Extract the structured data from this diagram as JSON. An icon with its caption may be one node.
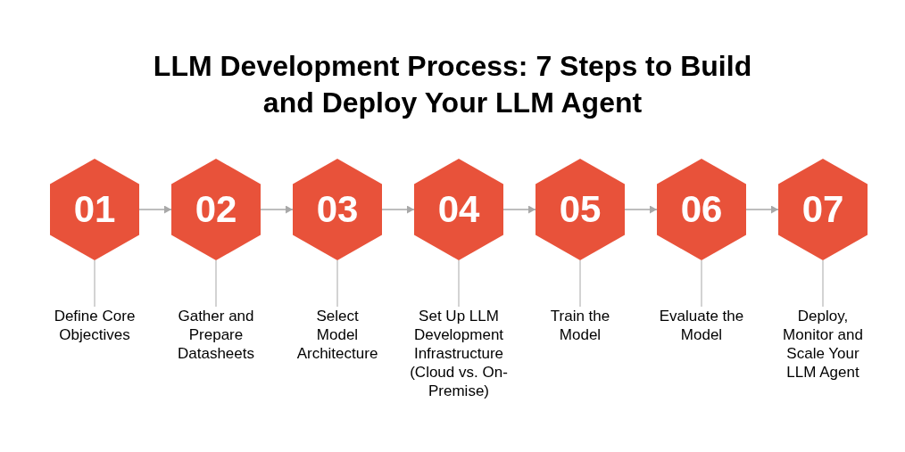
{
  "diagram": {
    "title": "LLM Development Process: 7 Steps to Build and Deploy Your LLM Agent",
    "nodes": [
      {
        "text": [
          "01"
        ]
      },
      {
        "text": [
          "02"
        ]
      },
      {
        "text": [
          "03"
        ]
      },
      {
        "text": [
          "04"
        ]
      },
      {
        "text": [
          "05"
        ]
      },
      {
        "text": [
          "06"
        ]
      },
      {
        "text": [
          "07"
        ]
      },
      {
        "text": [
          "Define Core Objectives"
        ]
      },
      {
        "text": [
          "Gather and Prepare Datasheets"
        ]
      },
      {
        "text": [
          "Select Model Architecture"
        ]
      },
      {
        "text": [
          "Set Up LLM Development Infrastructure (Cloud vs. On-Premise)"
        ]
      },
      {
        "text": [
          "Train the Model"
        ]
      },
      {
        "text": [
          "Evaluate the Model"
        ]
      },
      {
        "text": [
          "Deploy, Monitor and Scale Your LLM Agent"
        ]
      }
    ],
    "edges": [
      {
        "from": 0,
        "to": 1,
        "arrow": "to"
      },
      {
        "from": 1,
        "to": 2,
        "arrow": "to"
      },
      {
        "from": 2,
        "to": 3,
        "arrow": "to"
      },
      {
        "from": 3,
        "to": 4,
        "arrow": "to"
      },
      {
        "from": 4,
        "to": 5,
        "arrow": "to"
      },
      {
        "from": 5,
        "to": 6,
        "arrow": "to"
      },
      {
        "from": 0,
        "to": 7,
        "arrow": "none"
      },
      {
        "from": 1,
        "to": 8,
        "arrow": "none"
      },
      {
        "from": 2,
        "to": 9,
        "arrow": "none"
      },
      {
        "from": 3,
        "to": 10,
        "arrow": "none"
      },
      {
        "from": 4,
        "to": 11,
        "arrow": "none"
      },
      {
        "from": 5,
        "to": 12,
        "arrow": "none"
      },
      {
        "from": 6,
        "to": 13,
        "arrow": "none"
      }
    ]
  }
}
